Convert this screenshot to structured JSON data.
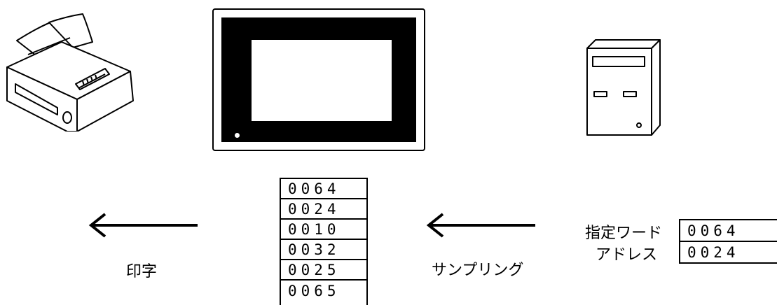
{
  "icons": {
    "printer": "printer-icon",
    "touch_panel": "touch-panel-icon",
    "plc": "plc-cpu-icon",
    "arrow_left": "arrow-left-icon"
  },
  "sampled_values": [
    "0064",
    "0024",
    "0010",
    "0032",
    "0025",
    "0065"
  ],
  "source": {
    "label_line1": "指定ワード",
    "label_line2": "アドレス",
    "values": [
      "0064",
      "0024"
    ]
  },
  "labels": {
    "print": "印字",
    "sampling": "サンプリング"
  }
}
